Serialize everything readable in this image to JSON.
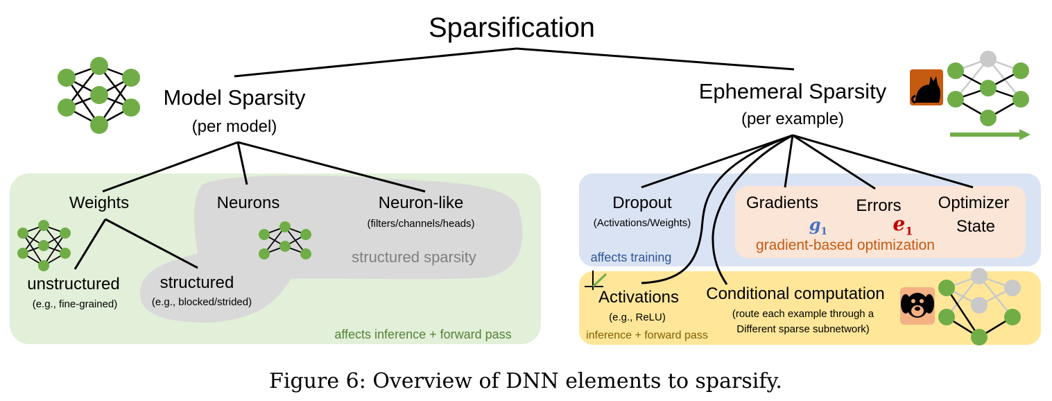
{
  "title": "Sparsification",
  "model": {
    "title": "Model Sparsity",
    "subtitle": "(per model)",
    "region_label": "affects inference + forward pass",
    "weights": "Weights",
    "neurons": "Neurons",
    "neuron_like": "Neuron-like",
    "neuron_like_sub": "(filters/channels/heads)",
    "structured_sparsity": "structured sparsity",
    "unstructured": "unstructured",
    "unstructured_sub": "(e.g., fine-grained)",
    "structured": "structured",
    "structured_sub": "(e.g., blocked/strided)"
  },
  "ephemeral": {
    "title": "Ephemeral Sparsity",
    "subtitle": "(per example)",
    "dropout": "Dropout",
    "dropout_sub": "(Activations/Weights)",
    "affects_training": "affects training",
    "gradients": "Gradients",
    "gradients_sym": "g",
    "gradients_idx": "1",
    "errors": "Errors",
    "errors_sym": "e",
    "errors_idx": "1",
    "optimizer_line1": "Optimizer",
    "optimizer_line2": "State",
    "gradient_based": "gradient-based optimization",
    "activations": "Activations",
    "activations_sub": "(e.g., ReLU)",
    "inference_label": "inference + forward pass",
    "conditional": "Conditional computation",
    "conditional_sub1": "(route each example through a",
    "conditional_sub2": "Different sparse subnetwork)"
  },
  "caption": "Figure 6: Overview of DNN elements to sparsify.",
  "colors": {
    "node_green": "#70AD47",
    "node_grey": "#C9C9C9",
    "model_bg": "#E2EFD9",
    "structured_blob": "#D9D9D9",
    "training_bg": "#DAE3F3",
    "gradient_bg": "#FBE5D6",
    "inference_bg": "#FFE699",
    "affects_training_text": "#2F5597",
    "gradient_text": "#C55A11",
    "inference_text": "#7F6000",
    "model_region_text": "#548235",
    "structured_text": "#7F7F7F",
    "g_color": "#4472C4",
    "e_color": "#C00000",
    "cat_bg": "#C55A11",
    "dog_bg": "#F4B183"
  },
  "icons": [
    "cat-icon",
    "dog-icon",
    "relu-icon",
    "forward-arrow-icon",
    "neural-network-icon"
  ]
}
